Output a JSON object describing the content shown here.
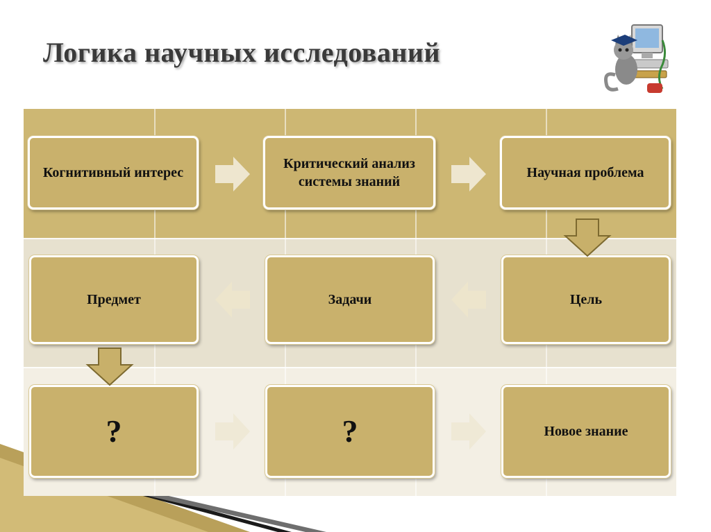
{
  "title": "Логика научных исследований",
  "boxes": {
    "cognitive_interest": "Когнитивный интерес",
    "critical_analysis": "Критический анализ системы знаний",
    "scientific_problem": "Научная проблема",
    "subject": "Предмет",
    "tasks": "Задачи",
    "goal": "Цель",
    "unknown_1": "?",
    "unknown_2": "?",
    "new_knowledge": "Новое знание"
  },
  "colors": {
    "box_fill": "#c9b16c",
    "band_top": "#cdb773",
    "arrow_light": "#eee6cf",
    "arrow_dark": "#c8b06a"
  }
}
